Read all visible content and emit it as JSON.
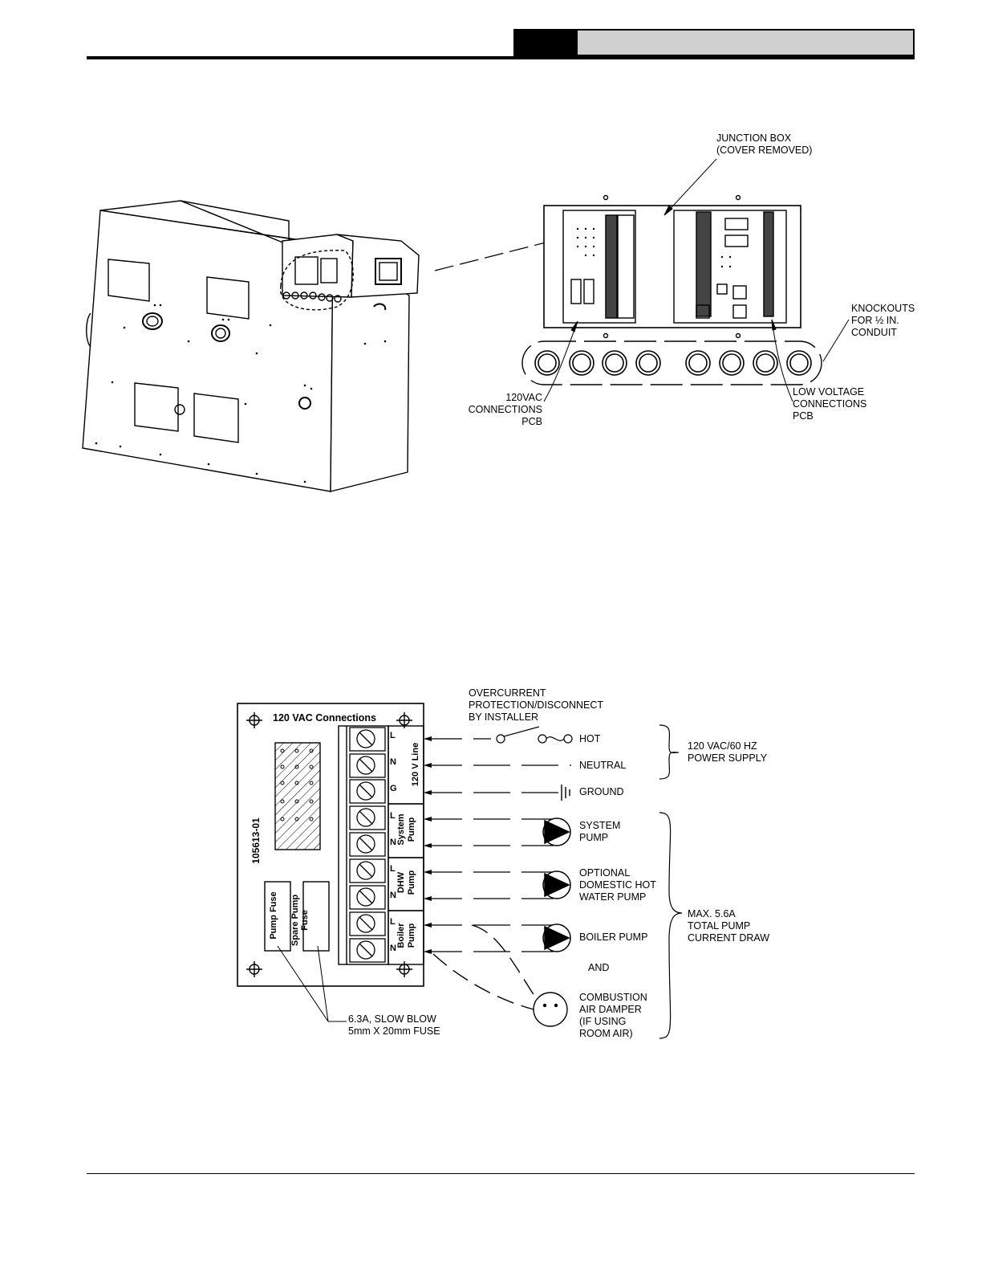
{
  "header": {
    "section_box": "",
    "title_box": ""
  },
  "top_figure": {
    "junction_box": [
      "JUNCTION BOX",
      "(COVER REMOVED)"
    ],
    "knockouts": [
      "KNOCKOUTS",
      "FOR ½ IN.",
      "CONDUIT"
    ],
    "vac_pcb": [
      "120VAC",
      "CONNECTIONS",
      "PCB"
    ],
    "low_voltage_pcb": [
      "LOW VOLTAGE",
      "CONNECTIONS",
      "PCB"
    ]
  },
  "bottom_figure": {
    "board_title": "120 VAC Connections",
    "part_number": "105613-01",
    "fuse_left": "Pump Fuse",
    "fuse_right": "Spare Pump Fuse",
    "group_line": "120 V Line",
    "group_system": [
      "System",
      "Pump"
    ],
    "group_dhw": [
      "DHW",
      "Pump"
    ],
    "group_boiler": [
      "Boiler",
      "Pump"
    ],
    "terminals": [
      "L",
      "N",
      "G",
      "L",
      "N",
      "L",
      "N",
      "L",
      "N"
    ],
    "overcurrent": [
      "OVERCURRENT",
      "PROTECTION/DISCONNECT",
      "BY INSTALLER"
    ],
    "hot": "HOT",
    "neutral": "NEUTRAL",
    "ground": "GROUND",
    "supply": [
      "120 VAC/60 HZ",
      "POWER SUPPLY"
    ],
    "system_pump": [
      "SYSTEM",
      "PUMP"
    ],
    "dhw_pump": [
      "OPTIONAL",
      "DOMESTIC HOT",
      "WATER PUMP"
    ],
    "boiler_pump": "BOILER PUMP",
    "and": "AND",
    "damper": [
      "COMBUSTION",
      "AIR DAMPER",
      "(IF USING",
      "ROOM AIR)"
    ],
    "max_draw": [
      "MAX. 5.6A",
      "TOTAL PUMP",
      "CURRENT DRAW"
    ],
    "fuse_spec": [
      "6.3A, SLOW BLOW",
      "5mm X 20mm FUSE"
    ]
  }
}
